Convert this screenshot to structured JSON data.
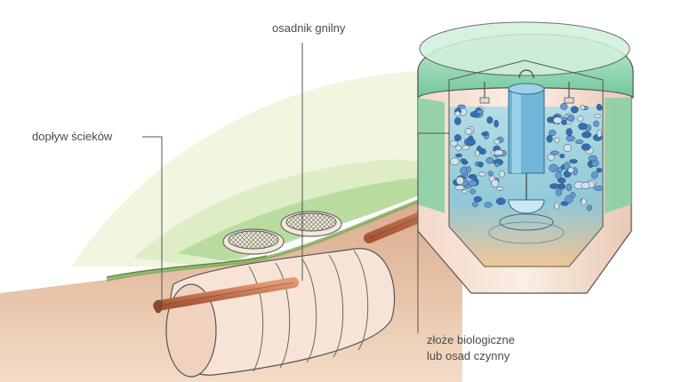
{
  "labels": {
    "septic_tank": "osadnik gnilny",
    "sewage_inflow": "dopływ ścieków",
    "biofilter_line1": "złoże biologiczne",
    "biofilter_line2": "lub osad czynny"
  },
  "colors": {
    "grass": "#7fbf6a",
    "soil": "#e6b98a",
    "pipe": "#c8724a",
    "water": "#9fd6e6",
    "stones": "#3f7fc4",
    "tank_green": "#9fd8b8"
  }
}
